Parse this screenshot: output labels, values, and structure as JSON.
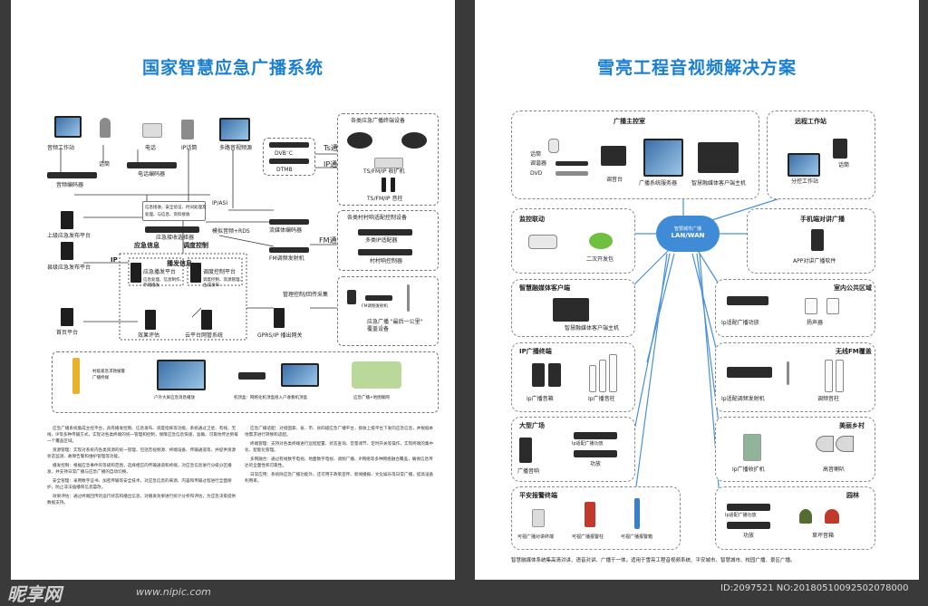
{
  "left": {
    "title": "国家智慧应急广播系统",
    "devices": {
      "audio_ws": "音频工作站",
      "mic": "话筒",
      "phone": "电话",
      "phone_codec": "电话编码器",
      "ip_phone": "IP话筒",
      "multimedia_src": "多路音视频源",
      "audio_codec": "音频编码器",
      "upper_platform": "上级应急发布平台",
      "same_level_platform": "县级应急发布平台",
      "home_platform": "首页平台",
      "receiver_panel_1": "信息接收、安全验证、时间处理及",
      "receiver_panel_2": "处理、与信息、资料接收",
      "receiver_box": "应急接收选择器",
      "dvb_c": "DVB⁻C",
      "dtmb": "DTMB",
      "stream_codec": "流媒体编码器",
      "fm_adapter": "FM调频发射机",
      "ip_asi": "IP/ASI",
      "analog_rds": "模拟音频+RDS",
      "ts_ip": "Ts通道",
      "ip_ch": "IP通道",
      "fm_ch": "FM通道",
      "emergency_info": "应急信息",
      "dispatch_ctrl": "调度控制",
      "broadcast_info": "播发信息",
      "emergency_platform": "应急播发平台",
      "emergency_platform_sub_1": "信息处理、信息制作、",
      "emergency_platform_sub_2": "存储播发",
      "control_platform": "调度控制平台",
      "control_platform_sub_1": "调度控制、资源管理、",
      "control_platform_sub_2": "生成发布",
      "effect_eval": "效果评估",
      "cloud_mgmt": "云平台网管系统",
      "gprs": "GPRS/IP 播出网关",
      "ip": "IP",
      "mgmt_ctrl": "管理控制/回传采集",
      "fm_send": "FM调频发射机",
      "sunshine": "应急广播 \"最后一公里\"",
      "sunshine_2": "覆盖设备",
      "ts_fm_ip_recv": "TS/FM/IP 收扩机",
      "ts_fm_ip_col": "TS/FM/IP 音柱",
      "multi_ip_adapter": "多类IP适配器",
      "village_ctrl": "村村响控制器",
      "group_all": "各类应急广播终端设备",
      "group_village": "各类村村响适配控制设备",
      "alarm": "村级紧急求救报警\n广播终端",
      "outdoor_screen": "户外大屏应急消息播放",
      "stb_tv": "机顶盒：网络化机顶盒接入户收看机顶盒",
      "map": "应急广播+地图联网"
    },
    "paragraphs": [
      "应急广播系统集成主控平台，具有播发控制、信息发布、调度指挥等功能。系统通过卫星、有线、无线、IP等多种传输方式，实现对各类终端的统一管理和控制，保障应急信息快速、准确、可靠地传达到每一个覆盖区域。",
      "资源管理：实现对系统内各类资源的统一管理，包括音视频源、终端设备、传输通道等，并提供资源状态监测、故障告警和维护管理等功能。",
      "播发控制：根据应急事件的等级和范围，选择相应的传输通道和终端，对应急信息进行分级分区播发，并支持日常广播与应急广播的自动切换。",
      "安全管理：采用数字证书、加密传输等安全技术，对应急信息的来源、内容和传输过程进行全面保护，防止非法插播和信息篡改。",
      "效果评估：通过终端回传的运行状态和播出信息，对播发效果进行统计分析和评估，为应急决策提供数据支持。"
    ],
    "paragraphs_right": [
      "应急广播适配：对接国家、省、市、县四级应急广播平台，接收上级平台下发的应急信息，并根据本地需求进行转换和适配。",
      "终端管理：支持对各类终端进行远程配置、状态查询、音量调节、定时开关等操作，实现终端的集中化、智能化管理。",
      "多网融合：通过有线数字电视、地面数字电视、调频广播、IP网络等多种网络融合覆盖，确保信息传达的全面性和可靠性。",
      "日常应用：系统除应急广播功能外，还可用于政策宣传、新闻播报、文化娱乐等日常广播，提高设备利用率。"
    ]
  },
  "right": {
    "title": "雪亮工程音视频解决方案",
    "boxes": {
      "master": "广播主控室",
      "remote": "远程工作站",
      "monitor": "监控联动",
      "mobile": "手机端对讲广播",
      "smart_client": "智慧融媒体客户端",
      "indoor": "室内公共区域",
      "ip_terminal": "IP广播终端",
      "fm_cover": "无线FM覆盖",
      "square": "大型广场",
      "village": "美丽乡村",
      "alarm": "平安报警终端",
      "park": "园林"
    },
    "devices": {
      "mic": "话筒",
      "tuner": "调谐器",
      "dvd": "DVD",
      "mixer": "调音台",
      "server": "广播系统服务器",
      "smart_host": "智慧融媒体客户端主机",
      "remote_mic": "话筒",
      "sub_station": "分控工作站",
      "cloud_title": "智慧城市广播",
      "cloud_sub": "LAN/WAN",
      "camera": "",
      "sdk": "二次开发包",
      "app": "APP对讲广播软件",
      "client_host": "智慧融媒体客户端主机",
      "ip_amp_adapter": "Ip适配广播功放",
      "speaker": "扬声器",
      "ip_box": "Ip广播音箱",
      "ip_column": "Ip广播音柱",
      "fm_tx": "Ip适配调频发射机",
      "fm_column": "调频音柱",
      "square_amp_adapter": "Ip适配广播功放",
      "amp": "功放",
      "square_speaker": "广播音响",
      "ip_recv": "Ip广播收扩机",
      "horn": "高音喇叭",
      "alarm_1": "可视广播对讲终端",
      "alarm_2": "可视广播报警柱",
      "alarm_3": "可视广播报警箱",
      "park_adapter": "Ip适配广播功放",
      "park_amp": "功放",
      "lawn": "草坪音箱"
    },
    "footer": "智慧融媒体系统集高清对讲、语音对讲、广播于一体，适用于雪亮工程音视频系统、平安城市、智慧城市、校园广播、景区广播。"
  },
  "watermark": {
    "logo": "昵享网",
    "url": "www.nipic.com",
    "id": "ID:2097521 NO:20180510092502078000"
  },
  "colors": {
    "title": "#1a7fd0",
    "cloud": "#3f8bd6",
    "line": "#4a90d9"
  }
}
